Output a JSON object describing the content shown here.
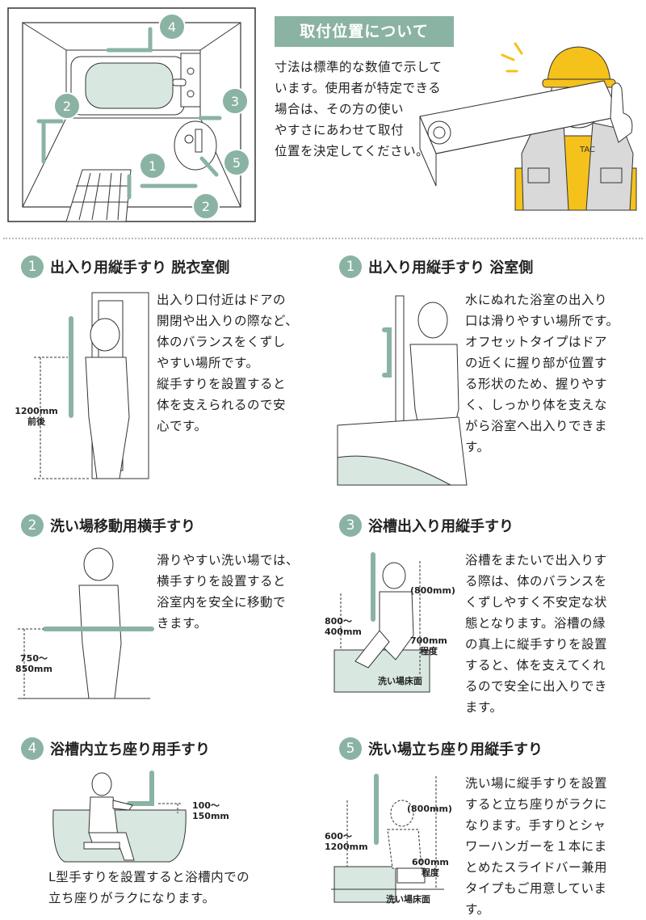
{
  "header": {
    "title": "取付位置について",
    "intro": "寸法は標準的な数値で示して\nいます。使用者が特定できる\n場合は、その方の使い\nやすさにあわせて取付\n位置を決定してください。",
    "worker_badge": "TAC"
  },
  "overview_markers": [
    "4",
    "2",
    "3",
    "1",
    "5",
    "2"
  ],
  "sections": [
    {
      "number": "1",
      "title": "出入り用縦手すり 脱衣室側",
      "body": "出入り口付近はドアの\n開閉や出入りの際など、\n体のバランスをくずし\nやすい場所です。\n縦手すりを設置すると\n体を支えられるので安\n心です。",
      "dims": [
        "1200mm\n前後"
      ]
    },
    {
      "number": "1",
      "title": "出入り用縦手すり 浴室側",
      "body": "水にぬれた浴室の出入り\n口は滑りやすい場所です。\nオフセットタイプはドア\nの近くに握り部が位置す\nる形状のため、握りやす\nく、しっかり体を支えな\nがら浴室へ出入りできま\nす。",
      "dims": []
    },
    {
      "number": "2",
      "title": "洗い場移動用横手すり",
      "body": "滑りやすい洗い場では、\n横手すりを設置すると\n浴室内を安全に移動で\nきます。",
      "dims": [
        "750～\n850mm"
      ]
    },
    {
      "number": "3",
      "title": "浴槽出入り用縦手すり",
      "body": "浴槽をまたいで出入りす\nる際は、体のバランスを\nくずしやすく不安定な状\n態となります。浴槽の縁\nの真上に縦手すりを設置\nすると、体を支えてくれ\nるので安全に出入りでき\nます。",
      "dims": [
        "(800mm)",
        "800～\n400mm",
        "700mm\n程度",
        "洗い場床面"
      ]
    },
    {
      "number": "4",
      "title": "浴槽内立ち座り用手すり",
      "body": "L型手すりを設置すると浴槽内での\n立ち座りがラクになります。",
      "dims": [
        "100～\n150mm"
      ]
    },
    {
      "number": "5",
      "title": "洗い場立ち座り用縦手すり",
      "body": "洗い場に縦手すりを設置\nすると立ち座りがラクに\nなります。手すりとシャ\nワーハンガーを１本にま\nとめたスライドバー兼用\nタイプもご用意していま\nす。",
      "dims": [
        "(800mm)",
        "600～\n1200mm",
        "600mm\n程度",
        "洗い場床面"
      ]
    }
  ],
  "colors": {
    "accent": "#8ab3a3",
    "rail": "#8ab3a3",
    "water": "#d8e8e0",
    "worker_vest": "#f5c21b"
  }
}
